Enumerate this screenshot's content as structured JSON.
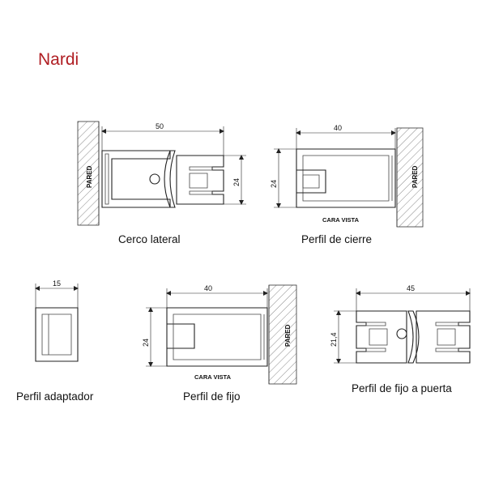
{
  "brand": "Nardi",
  "profiles": {
    "cerco_lateral": {
      "caption": "Cerco lateral",
      "width_dim": "50",
      "height_dim": "24",
      "wall_label": "PARED"
    },
    "perfil_cierre": {
      "caption": "Perfil de cierre",
      "width_dim": "40",
      "height_dim": "24",
      "wall_label": "PARED",
      "face_label": "CARA VISTA"
    },
    "perfil_adaptador": {
      "caption": "Perfil adaptador",
      "width_dim": "15"
    },
    "perfil_fijo": {
      "caption": "Perfil de fijo",
      "width_dim": "40",
      "height_dim": "24",
      "wall_label": "PARED",
      "face_label": "CARA VISTA"
    },
    "perfil_fijo_puerta": {
      "caption": "Perfil de fijo a puerta",
      "width_dim": "45",
      "height_dim": "21,4"
    }
  },
  "colors": {
    "brand": "#b01e23",
    "line": "#222222"
  }
}
